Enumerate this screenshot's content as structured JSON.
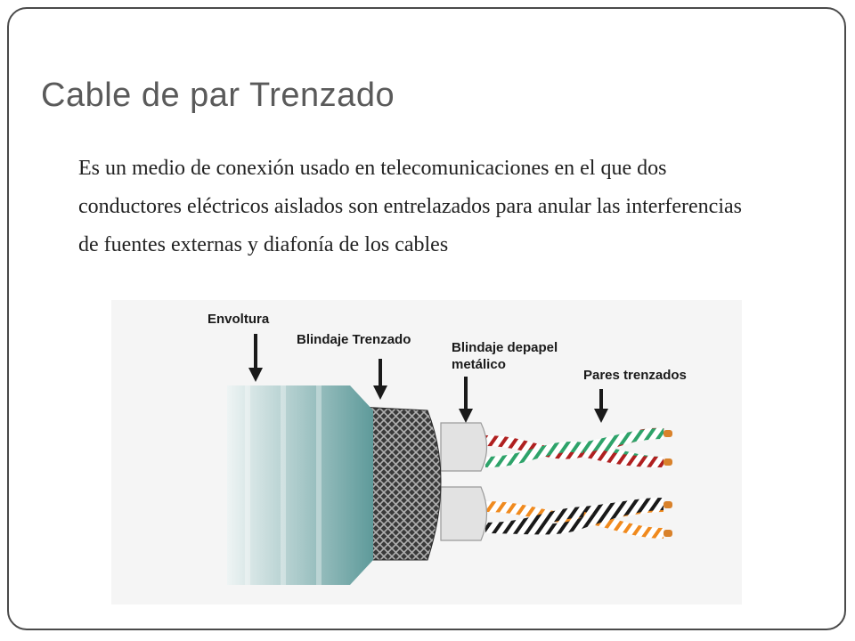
{
  "slide": {
    "title": "Cable de par Trenzado",
    "body": "Es un medio de conexión usado en telecomunicaciones en el que dos conductores eléctricos aislados son entrelazados para anular las interferencias de fuentes externas y diafonía de los cables"
  },
  "diagram": {
    "labels": {
      "envoltura": "Envoltura",
      "blindaje_trenzado": "Blindaje Trenzado",
      "blindaje_papel_line1": "Blindaje depapel",
      "blindaje_papel_line2": "metálico",
      "pares_trenzados": "Pares trenzados"
    },
    "colors": {
      "jacket_light": "#e6f0f0",
      "jacket_dark": "#5e9a9a",
      "braid": "#444444",
      "foil": "#e2e2e2",
      "pair_red": "#b02020",
      "pair_green": "#2ea36a",
      "pair_black": "#1a1a1a",
      "pair_orange": "#f08a1e",
      "copper": "#d9822b"
    }
  }
}
